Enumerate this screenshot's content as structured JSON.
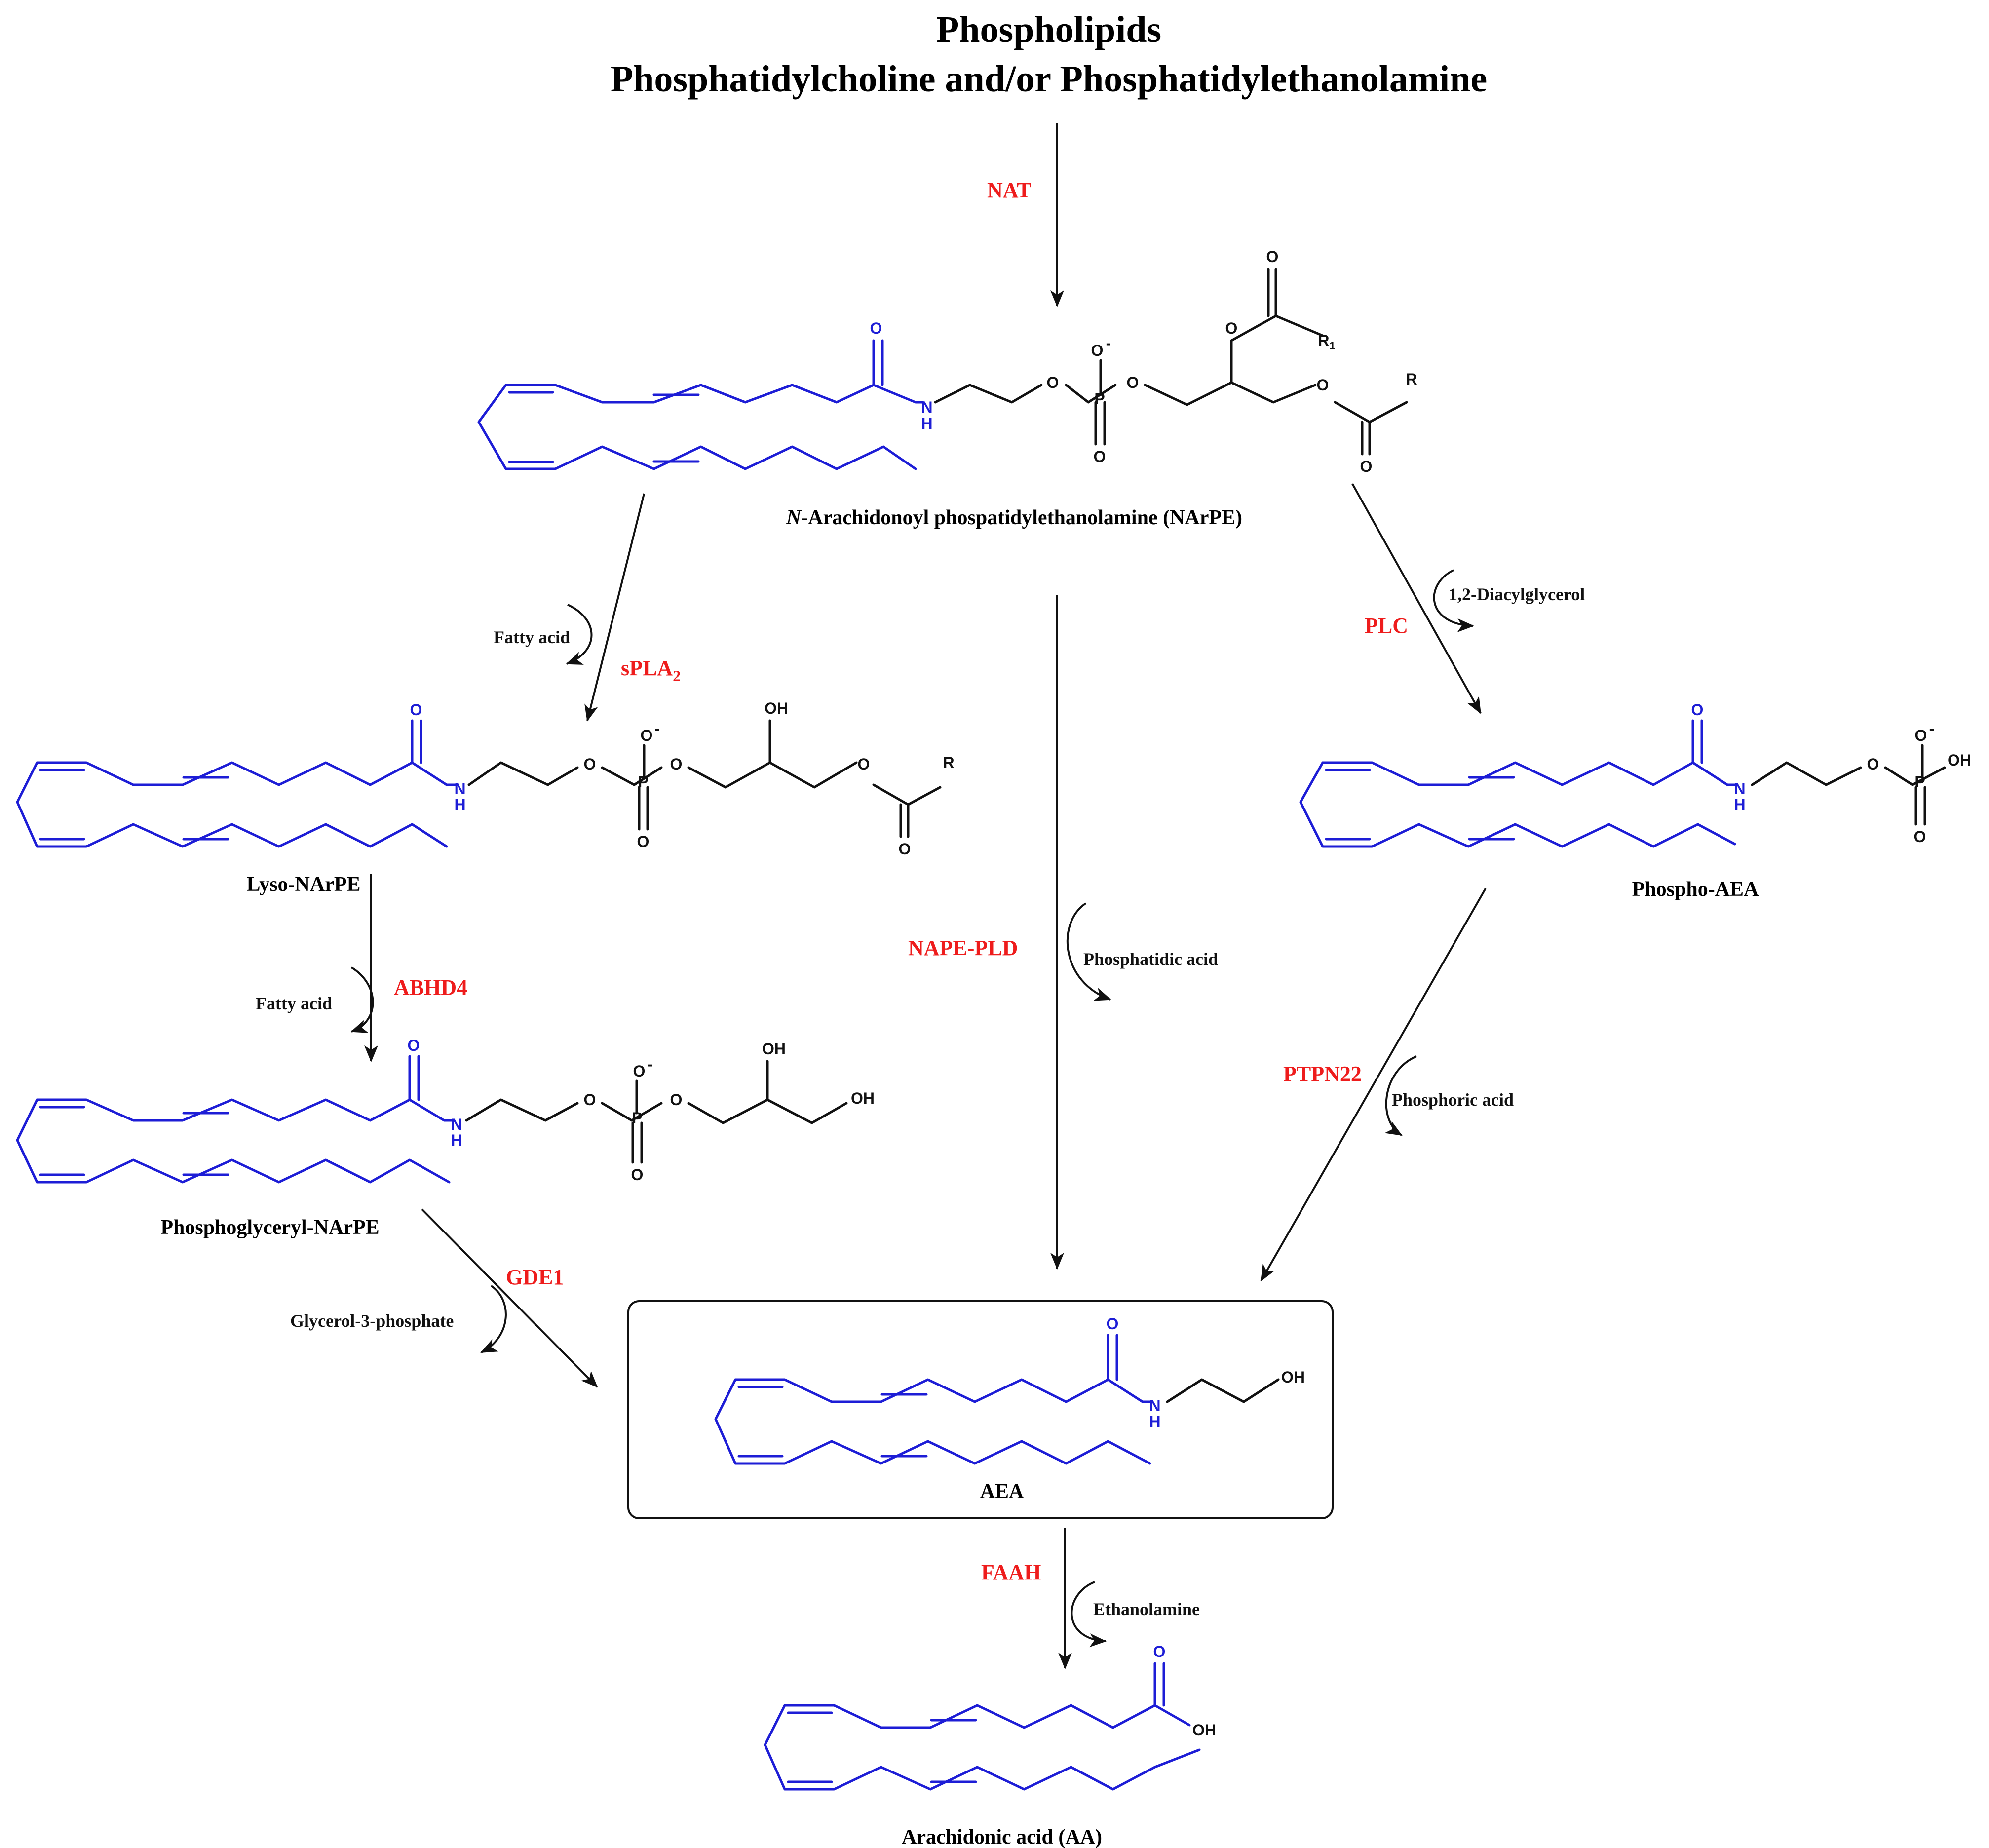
{
  "title": {
    "line1": "Phospholipids",
    "line2": "Phosphatidylcholine  and/or  Phosphatidylethanolamine"
  },
  "enzymes": {
    "nat": "NAT",
    "spla2": "sPLA",
    "spla2_sub": "2",
    "plc": "PLC",
    "abhd4": "ABHD4",
    "nape_pld": "NAPE-PLD",
    "ptpn22": "PTPN22",
    "gde1": "GDE1",
    "faah": "FAAH"
  },
  "byproducts": {
    "fatty_acid_1": "Fatty acid",
    "fatty_acid_2": "Fatty acid",
    "diacylglycerol": "1,2-Diacylglycerol",
    "phosphatidic_acid": "Phosphatidic acid",
    "phosphoric_acid": "Phosphoric acid",
    "glycerol_3_phosphate": "Glycerol-3-phosphate",
    "ethanolamine": "Ethanolamine"
  },
  "compounds": {
    "narpe_prefix": "N",
    "narpe": "-Arachidonoyl phospatidylethanolamine (NArPE)",
    "lyso_narpe": "Lyso-NArPE",
    "phospho_aea": "Phospho-AEA",
    "phosphoglyceryl_narpe": "Phosphoglyceryl-NArPE",
    "aea": "AEA",
    "aa": "Arachidonic acid (AA)"
  },
  "atoms": {
    "O": "O",
    "N": "N",
    "H": "H",
    "P": "P",
    "OH": "OH",
    "R": "R",
    "R1": "R",
    "R1_sub": "1",
    "minus": "-"
  },
  "colors": {
    "enzyme": "#ee1c1c",
    "arachidonoyl_chain": "#1d1dd6",
    "other": "#111111"
  }
}
